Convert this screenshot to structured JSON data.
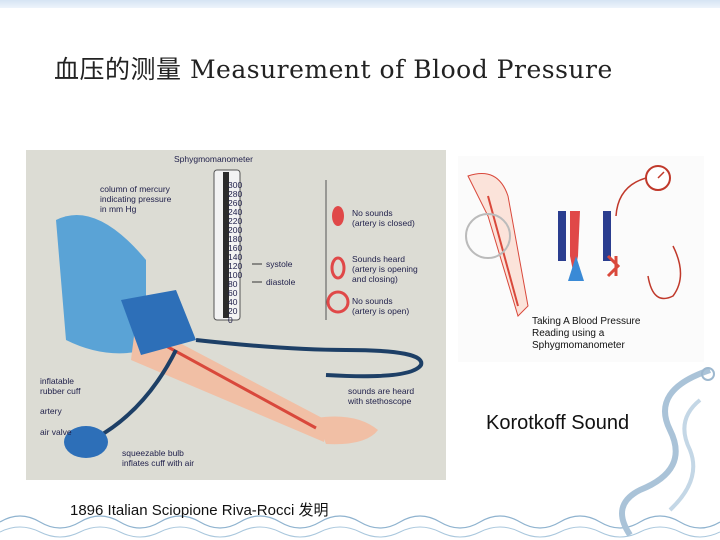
{
  "slide": {
    "title": "血压的测量  Measurement of Blood Pressure",
    "footer_text": "1896 Italian Sciopione Riva-Rocci 发明",
    "right_caption": "Korotkoff Sound"
  },
  "left_figure": {
    "heading": "Sphygmomanometer",
    "scale_ticks": [
      "300",
      "280",
      "260",
      "240",
      "220",
      "200",
      "180",
      "160",
      "140",
      "120",
      "100",
      "80",
      "60",
      "40",
      "20",
      "0"
    ],
    "labels": {
      "mercury": "column of mercury\nindicating pressure\nin mm Hg",
      "systole": "systole",
      "diastole": "diastole",
      "no_sounds_closed": "No sounds\n(artery is closed)",
      "sounds_heard": "Sounds heard\n(artery is opening\nand closing)",
      "no_sounds_open": "No sounds\n(artery is open)",
      "cuff": "inflatable\nrubber cuff",
      "artery": "artery",
      "air_valve": "air valve",
      "bulb": "squeezable bulb\ninflates cuff with air",
      "stethoscope": "sounds are heard\nwith stethoscope"
    }
  },
  "right_figure": {
    "caption": "Taking A Blood Pressure\nReading using a\nSphygmomanometer"
  },
  "colors": {
    "cuff_blue": "#2d6fb8",
    "artery_red": "#d9483b",
    "tube_navy": "#1d3f66"
  }
}
